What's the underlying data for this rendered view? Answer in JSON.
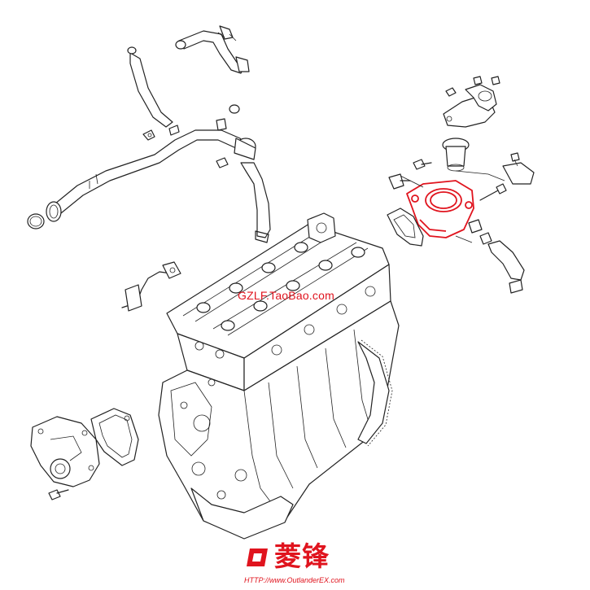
{
  "watermark": {
    "text": "GZLF.TaoBao.com"
  },
  "logo": {
    "brand_text": "菱锋",
    "url_text": "HTTP://www.OutlanderEX.com"
  },
  "colors": {
    "highlight": "#e0141e",
    "line": "#222222",
    "background": "#ffffff"
  },
  "highlighted_part": "thermostat-housing-gasket"
}
